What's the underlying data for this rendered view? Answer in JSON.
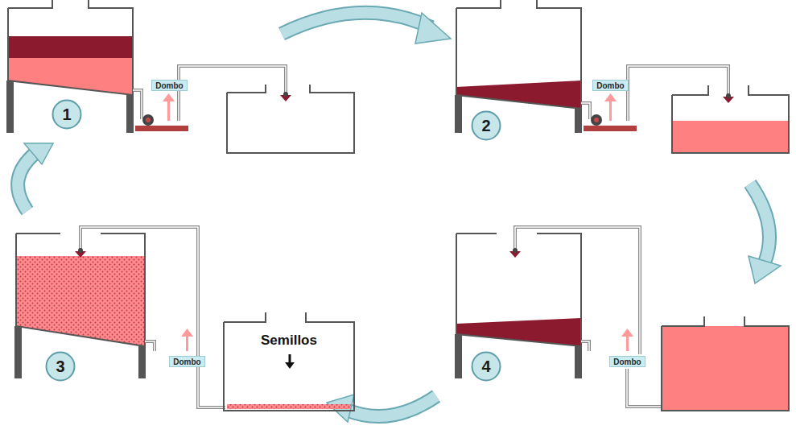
{
  "diagram": {
    "nodes": [
      {
        "text": [
          "1"
        ]
      },
      {
        "text": [
          "Dombo"
        ]
      },
      {
        "text": [
          "2"
        ]
      },
      {
        "text": [
          "Dombo"
        ]
      },
      {
        "text": [
          "3"
        ]
      },
      {
        "text": [
          "Dombo"
        ]
      },
      {
        "text": [
          "Semillos"
        ]
      },
      {
        "text": [
          "4"
        ]
      },
      {
        "text": [
          "Dombo"
        ]
      }
    ]
  }
}
